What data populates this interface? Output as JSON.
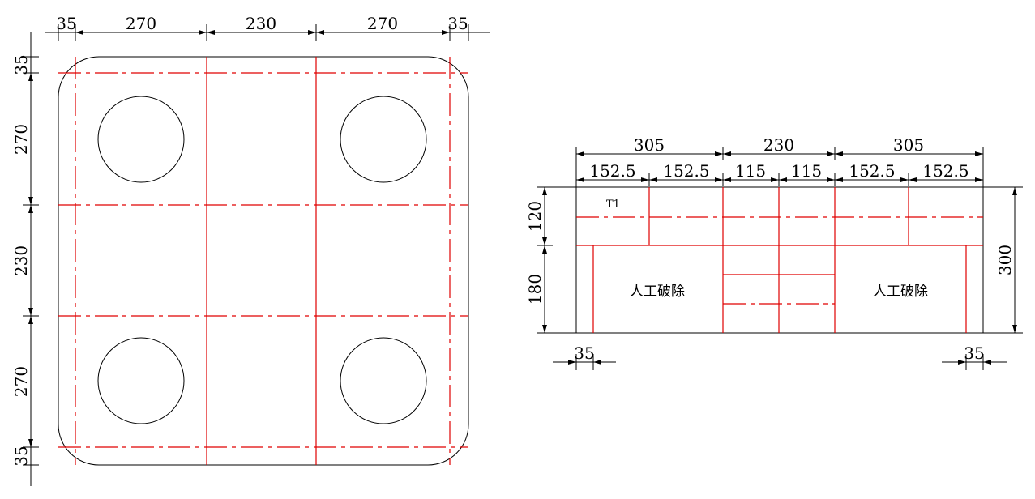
{
  "plan": {
    "top_dims": [
      "35",
      "270",
      "230",
      "270",
      "35"
    ],
    "left_dims": [
      "35",
      "270",
      "230",
      "270",
      "35"
    ]
  },
  "section": {
    "top_dims_row1": [
      "305",
      "230",
      "305"
    ],
    "top_dims_row2": [
      "152.5",
      "152.5",
      "115",
      "115",
      "152.5",
      "152.5"
    ],
    "left_dims": [
      "120",
      "180"
    ],
    "right_dim": "300",
    "bottom_left_dim": "35",
    "bottom_right_dim": "35",
    "block_label": "T1",
    "left_note": "人工破除",
    "right_note": "人工破除"
  },
  "colors": {
    "outline": "#000000",
    "cut_lines": "#e00000"
  }
}
